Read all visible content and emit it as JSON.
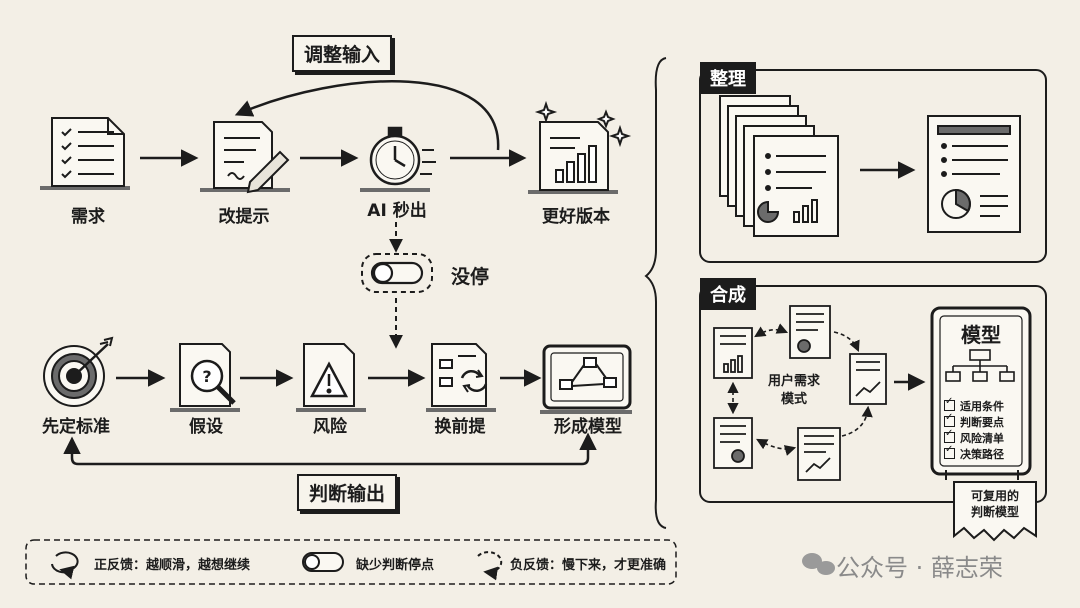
{
  "top_flow": {
    "feedback_tag": "调整输入",
    "steps": [
      "需求",
      "改提示",
      "AI 秒出",
      "更好版本"
    ]
  },
  "mid_switch": {
    "label": "没停"
  },
  "bottom_flow": {
    "steps": [
      "先定标准",
      "假设",
      "风险",
      "换前提",
      "形成模型"
    ],
    "output_tag": "判断输出"
  },
  "panel_organize": {
    "tag": "整理"
  },
  "panel_synthesize": {
    "tag": "合成",
    "center_label_line1": "用户需求",
    "center_label_line2": "模式",
    "model_card": {
      "title": "模型",
      "items": [
        "适用条件",
        "判断要点",
        "风险清单",
        "决策路径"
      ]
    },
    "banner_line1": "可复用的",
    "banner_line2": "判断模型"
  },
  "legend": {
    "items": [
      "正反馈：越顺滑，越想继续",
      "缺少判断停点",
      "负反馈：慢下来，才更准确"
    ]
  },
  "watermark": {
    "text": "公众号 · 薛志荣"
  }
}
